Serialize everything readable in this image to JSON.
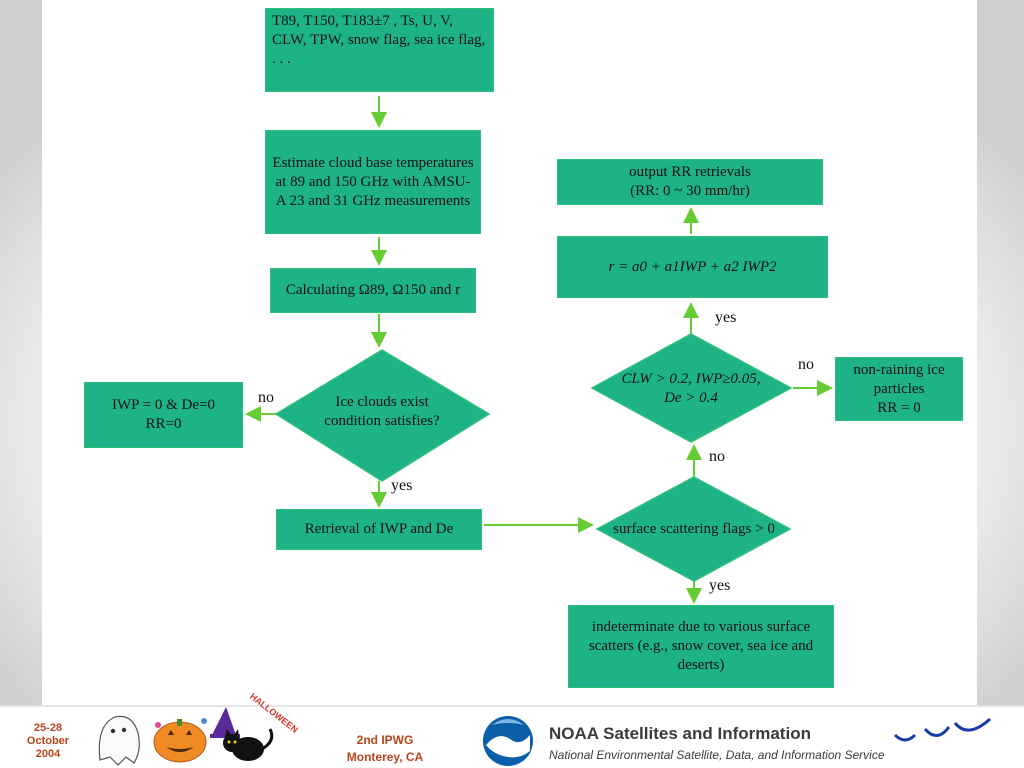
{
  "flowchart": {
    "input_box": "T89, T150, T183±7 , Ts, U, V, CLW, TPW, snow flag, sea ice flag, . . .",
    "estimate_box": "Estimate cloud base temperatures at 89 and 150 GHz with AMSU-A 23 and 31 GHz measurements",
    "calc_box": "Calculating Ω89, Ω150 and r",
    "ice_decision": "Ice clouds exist condition satisfies?",
    "iwp_zero_box": "IWP = 0 & De=0\nRR=0",
    "retrieval_box": "Retrieval of IWP and De",
    "scatter_decision": "surface scattering flags > 0",
    "indeterminate_box": "indeterminate due to various surface scatters (e.g., snow cover, sea ice and deserts)",
    "clw_decision": "CLW > 0.2, IWP≥0.05, De > 0.4",
    "nonraining_box": "non-raining ice particles\nRR = 0",
    "formula_box": "r = a0 + a1IWP + a2 IWP2",
    "output_box": "output RR retrievals\n(RR:  0 ~ 30 mm/hr)",
    "labels": {
      "yes": "yes",
      "no": "no"
    }
  },
  "footer": {
    "date": "25-28\nOctober\n2004",
    "conference_line1": "2nd IPWG",
    "conference_line2": "Monterey, CA",
    "noaa_title": "NOAA Satellites and Information",
    "noaa_subtitle": "National Environmental Satellite, Data, and Information Service",
    "halloween_text": "HALLOWEEN"
  },
  "colors": {
    "box_fill": "#1db386",
    "arrow": "#66cc33",
    "footer_text": "#b8451c"
  }
}
